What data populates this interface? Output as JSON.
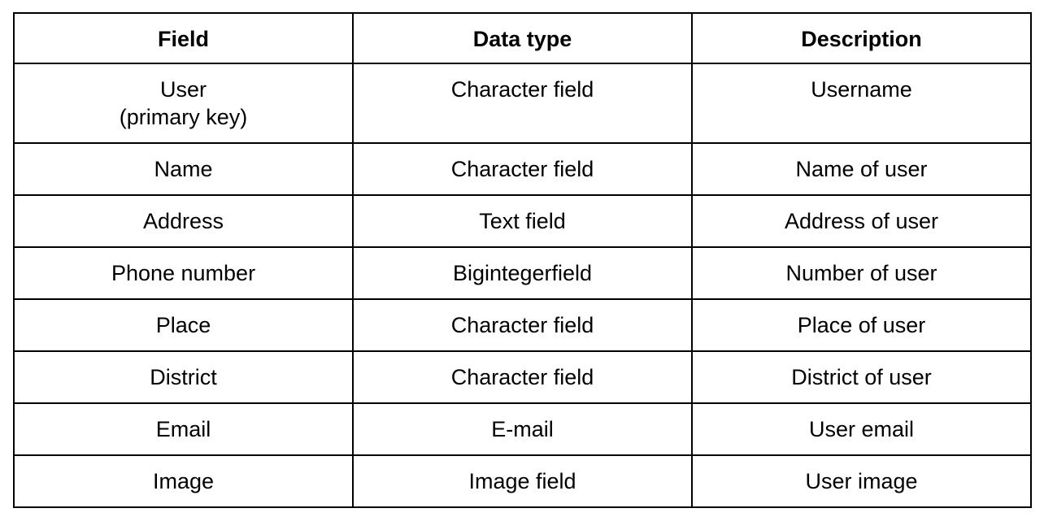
{
  "table": {
    "headers": [
      "Field",
      "Data type",
      "Description"
    ],
    "rows": [
      [
        "User\n(primary key)",
        "Character field",
        "Username"
      ],
      [
        "Name",
        "Character field",
        "Name of user"
      ],
      [
        "Address",
        "Text field",
        "Address of user"
      ],
      [
        "Phone number",
        "Bigintegerfield",
        "Number of user"
      ],
      [
        "Place",
        "Character field",
        "Place of user"
      ],
      [
        "District",
        "Character field",
        "District of user"
      ],
      [
        "Email",
        "E-mail",
        "User email"
      ],
      [
        "Image",
        "Image field",
        "User image"
      ]
    ]
  }
}
